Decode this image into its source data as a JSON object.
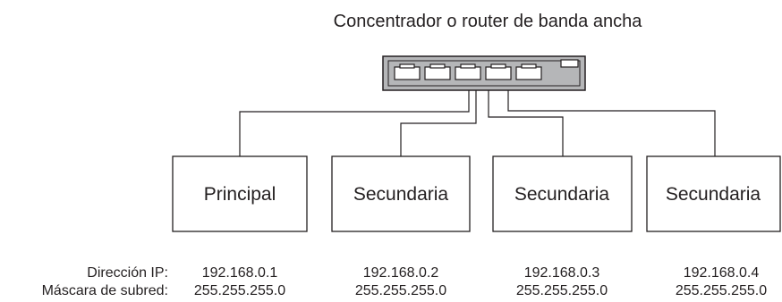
{
  "title": "Concentrador o router de banda ancha",
  "labels": {
    "ip": "Dirección IP:",
    "mask": "Máscara de subred:"
  },
  "computers": [
    {
      "label": "Principal",
      "ip": "192.168.0.1",
      "mask": "255.255.255.0"
    },
    {
      "label": "Secundaria",
      "ip": "192.168.0.2",
      "mask": "255.255.255.0"
    },
    {
      "label": "Secundaria",
      "ip": "192.168.0.3",
      "mask": "255.255.255.0"
    },
    {
      "label": "Secundaria",
      "ip": "192.168.0.4",
      "mask": "255.255.255.0"
    }
  ],
  "colors": {
    "router_body": "#b5b6b8",
    "ink": "#231f20"
  }
}
